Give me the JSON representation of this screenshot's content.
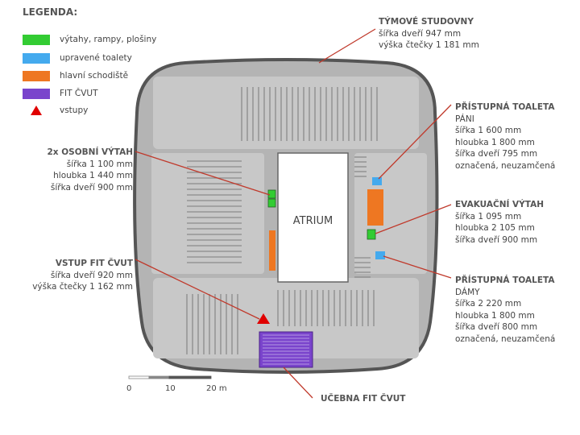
{
  "legend": {
    "title": "LEGENDA:",
    "items": [
      {
        "label": "výtahy, rampy, plošiny",
        "color": "#33cc33"
      },
      {
        "label": "upravené toalety",
        "color": "#44aaee"
      },
      {
        "label": "hlavní schodiště",
        "color": "#ee7722"
      },
      {
        "label": "FIT ČVUT",
        "color": "#7a44cc"
      },
      {
        "label": "vstupy",
        "color": "#e00000"
      }
    ]
  },
  "atrium": "ATRIUM",
  "annotations": {
    "teams": {
      "title": "TÝMOVÉ STUDOVNY",
      "lines": [
        "šířka dveří 947 mm",
        "výška čtečky 1 181 mm"
      ]
    },
    "toilet_men": {
      "title": "PŘÍSTUPNÁ TOALETA",
      "lines": [
        "PÁNI",
        "šířka 1 600 mm",
        "hloubka 1 800 mm",
        "šířka dveří 795 mm",
        "označená, neuzamčená"
      ]
    },
    "elevator_personal": {
      "title": "2x OSOBNÍ VÝTAH",
      "lines": [
        "šířka 1 100 mm",
        "hloubka 1 440 mm",
        "šířka dveří 900 mm"
      ]
    },
    "evac_elevator": {
      "title": "EVAKUAČNÍ VÝTAH",
      "lines": [
        "šířka 1 095 mm",
        "hloubka 2 105 mm",
        "šířka dveří 900 mm"
      ]
    },
    "entrance_fit": {
      "title": "VSTUP FIT ČVUT",
      "lines": [
        "šířka dveří 920 mm",
        "výška čtečky 1 162 mm"
      ]
    },
    "toilet_women": {
      "title": "PŘÍSTUPNÁ TOALETA",
      "lines": [
        "DÁMY",
        "šířka 2 220 mm",
        "hloubka 1 800 mm",
        "šířka dveří 800 mm",
        "označená, neuzamčená"
      ]
    },
    "classroom": {
      "title": "UČEBNA FIT ČVUT",
      "lines": []
    }
  },
  "scale": {
    "labels": [
      "0",
      "10",
      "20 m"
    ]
  },
  "colors": {
    "building": "#b4b4b4",
    "wall": "#555555",
    "pointer": "#c0392b"
  }
}
